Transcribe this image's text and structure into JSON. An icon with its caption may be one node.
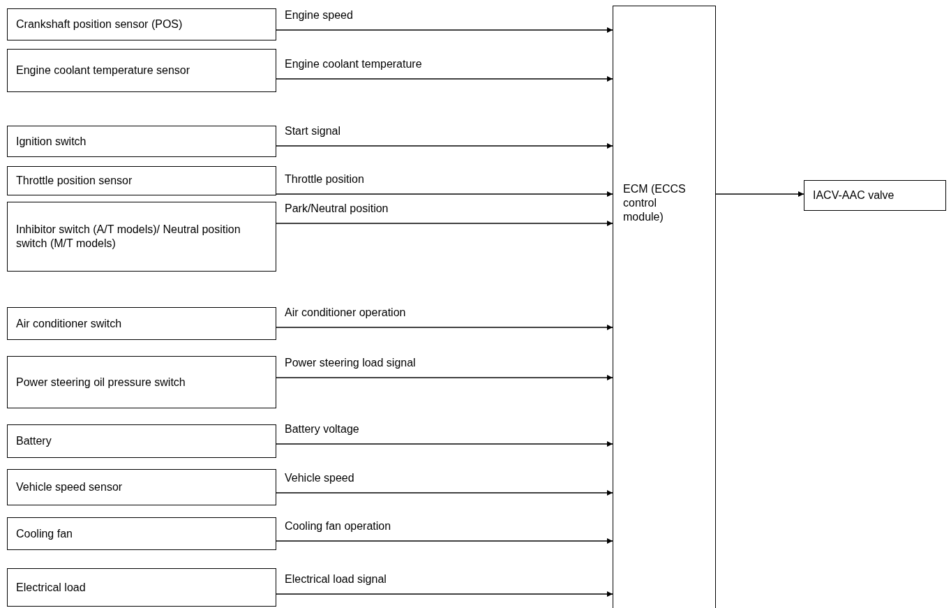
{
  "diagram": {
    "nodes": [
      {
        "text": [
          "Crankshaft position sensor (POS)"
        ]
      },
      {
        "text": [
          "Engine coolant temperature sensor"
        ]
      },
      {
        "text": [
          "Ignition switch"
        ]
      },
      {
        "text": [
          "Throttle position sensor"
        ]
      },
      {
        "text": [
          "Inhibitor switch (A/T models)/ Neutral position switch (M/T models)"
        ]
      },
      {
        "text": [
          "Air conditioner switch"
        ]
      },
      {
        "text": [
          "Power steering oil pressure switch"
        ]
      },
      {
        "text": [
          "Battery"
        ]
      },
      {
        "text": [
          "Vehicle speed sensor"
        ]
      },
      {
        "text": [
          "Cooling fan"
        ]
      },
      {
        "text": [
          "Electrical load"
        ]
      },
      {
        "text": [
          "ECM (ECCS control module)"
        ]
      },
      {
        "text": [
          "IACV-AAC valve"
        ]
      }
    ],
    "edges": [
      {
        "from": 0,
        "to": 11,
        "arrow": "to",
        "label": "Engine speed"
      },
      {
        "from": 1,
        "to": 11,
        "arrow": "to",
        "label": "Engine coolant temperature"
      },
      {
        "from": 2,
        "to": 11,
        "arrow": "to",
        "label": "Start signal"
      },
      {
        "from": 3,
        "to": 11,
        "arrow": "to",
        "label": "Throttle position"
      },
      {
        "from": 4,
        "to": 11,
        "arrow": "to",
        "label": "Park/Neutral position"
      },
      {
        "from": 5,
        "to": 11,
        "arrow": "to",
        "label": "Air conditioner operation"
      },
      {
        "from": 6,
        "to": 11,
        "arrow": "to",
        "label": "Power steering load signal"
      },
      {
        "from": 7,
        "to": 11,
        "arrow": "to",
        "label": "Battery voltage"
      },
      {
        "from": 8,
        "to": 11,
        "arrow": "to",
        "label": "Vehicle speed"
      },
      {
        "from": 9,
        "to": 11,
        "arrow": "to",
        "label": "Cooling fan operation"
      },
      {
        "from": 10,
        "to": 11,
        "arrow": "to",
        "label": "Electrical load signal"
      },
      {
        "from": 11,
        "to": 12,
        "arrow": "to"
      }
    ]
  }
}
